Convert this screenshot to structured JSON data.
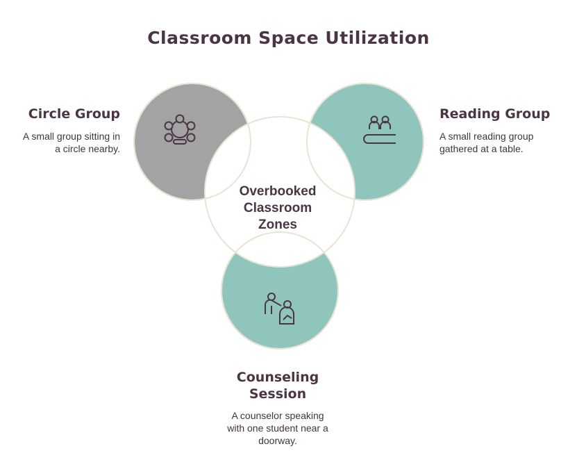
{
  "title": "Classroom Space Utilization",
  "center": {
    "line1": "Overbooked",
    "line2": "Classroom",
    "line3": "Zones"
  },
  "zones": [
    {
      "id": "circle-group",
      "title": "Circle Group",
      "desc_line1": "A small group sitting in",
      "desc_line2": "a circle nearby.",
      "color": "#a3a3a3",
      "icon": "circle-group-icon"
    },
    {
      "id": "reading-group",
      "title": "Reading Group",
      "desc_line1": "A small reading group",
      "desc_line2": "gathered at a table.",
      "color": "#90c5bd",
      "icon": "reading-table-icon"
    },
    {
      "id": "counseling-session",
      "title_line1": "Counseling",
      "title_line2": "Session",
      "desc_line1": "A counselor speaking",
      "desc_line2": "with one student near a",
      "desc_line3": "doorway.",
      "color": "#90c5bd",
      "icon": "counselor-student-icon"
    }
  ],
  "colors": {
    "outline": "#e8e4d4",
    "text": "#4a3545",
    "icon_stroke": "#4a3545"
  }
}
